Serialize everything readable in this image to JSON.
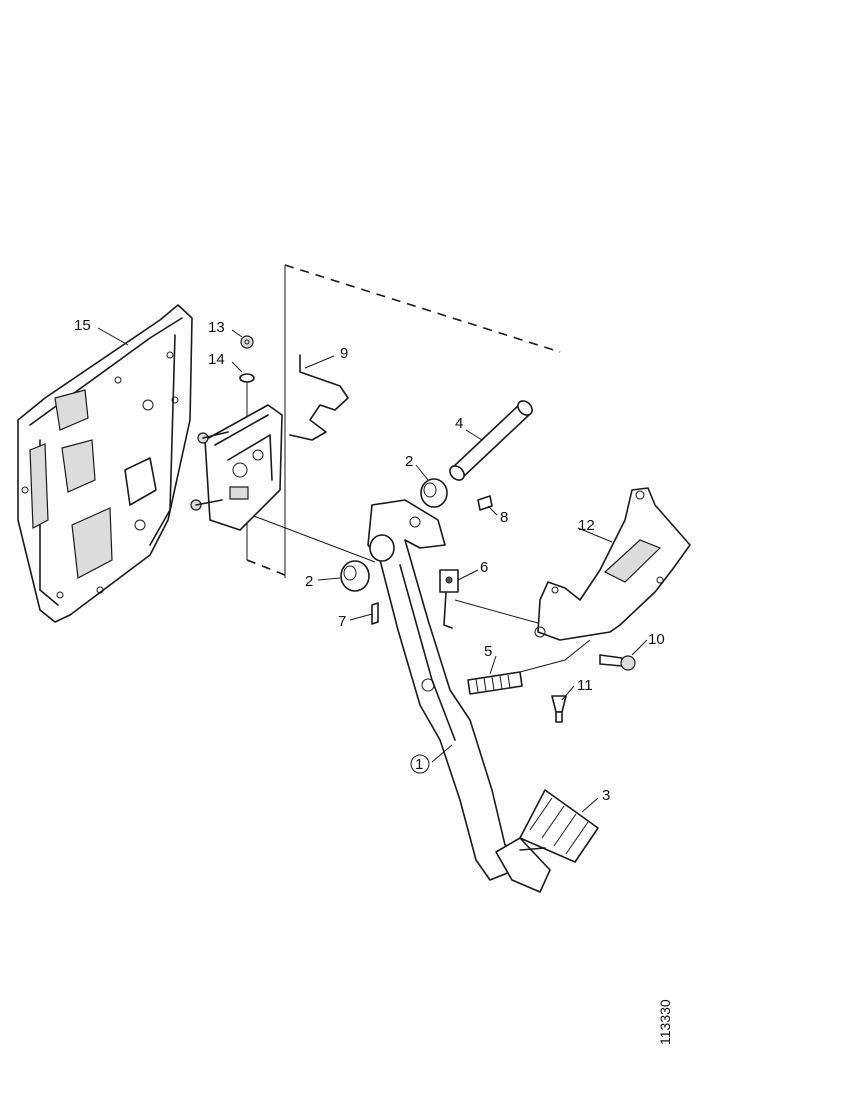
{
  "diagram": {
    "type": "exploded-parts-view",
    "callouts": [
      {
        "id": "15",
        "label": "15"
      },
      {
        "id": "13",
        "label": "13"
      },
      {
        "id": "14",
        "label": "14"
      },
      {
        "id": "9",
        "label": "9"
      },
      {
        "id": "4",
        "label": "4"
      },
      {
        "id": "2a",
        "label": "2"
      },
      {
        "id": "8",
        "label": "8"
      },
      {
        "id": "12",
        "label": "12"
      },
      {
        "id": "2b",
        "label": "2"
      },
      {
        "id": "6",
        "label": "6"
      },
      {
        "id": "7",
        "label": "7"
      },
      {
        "id": "10",
        "label": "10"
      },
      {
        "id": "5",
        "label": "5"
      },
      {
        "id": "11",
        "label": "11"
      },
      {
        "id": "1",
        "label": "1"
      },
      {
        "id": "3",
        "label": "3"
      }
    ],
    "document_id": "113330"
  }
}
